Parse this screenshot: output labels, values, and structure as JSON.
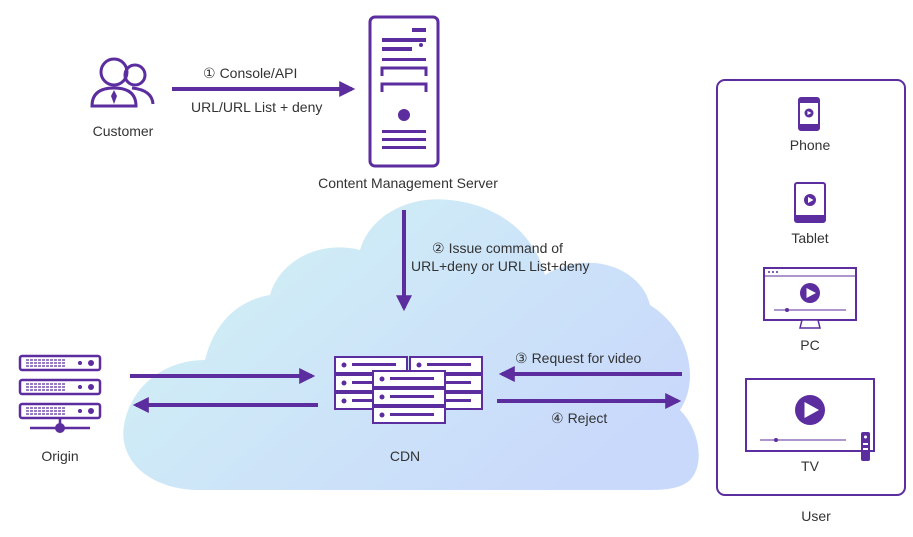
{
  "colors": {
    "accent": "#5b2d9e",
    "cloud_light": "#cdf2f5",
    "cloud_dark": "#c8dcfa",
    "text": "#333333"
  },
  "nodes": {
    "customer": {
      "label": "Customer",
      "icon": "customer-icon"
    },
    "cms": {
      "label": "Content Management Server",
      "icon": "server-tower-icon"
    },
    "cdn": {
      "label": "CDN",
      "icon": "cdn-servers-icon"
    },
    "origin": {
      "label": "Origin",
      "icon": "origin-server-rack-icon"
    },
    "user": {
      "label": "User",
      "devices": [
        {
          "label": "Phone",
          "icon": "phone-icon"
        },
        {
          "label": "Tablet",
          "icon": "tablet-icon"
        },
        {
          "label": "PC",
          "icon": "pc-icon"
        },
        {
          "label": "TV",
          "icon": "tv-icon"
        }
      ]
    }
  },
  "steps": {
    "s1": {
      "num": "①",
      "text": "Console/API",
      "sub": "URL/URL List + deny"
    },
    "s2": {
      "num": "②",
      "text": "Issue command of",
      "sub": "URL+deny or URL List+deny"
    },
    "s3": {
      "num": "③",
      "text": "Request for video"
    },
    "s4": {
      "num": "④",
      "text": "Reject"
    }
  }
}
